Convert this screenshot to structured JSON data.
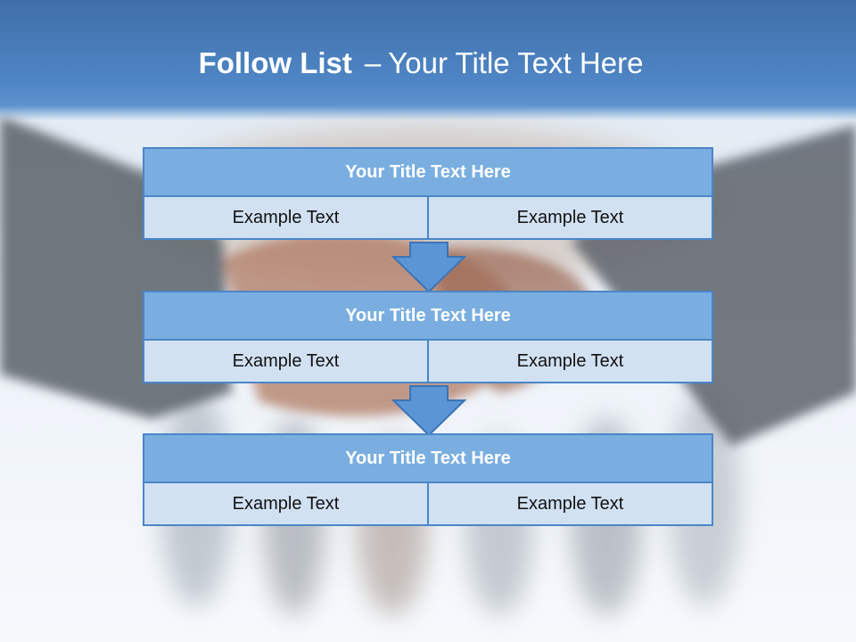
{
  "slide": {
    "title_bold": "Follow List",
    "title_separator": "–",
    "title_rest": "Your Title Text Here"
  },
  "blocks": [
    {
      "title": "Your Title Text Here",
      "left": "Example Text",
      "right": "Example Text"
    },
    {
      "title": "Your Title Text Here",
      "left": "Example Text",
      "right": "Example Text"
    },
    {
      "title": "Your Title Text Here",
      "left": "Example Text",
      "right": "Example Text"
    }
  ],
  "colors": {
    "header": "#4f86c6",
    "block_title_fill": "#7aaee0",
    "cell_fill": "#d1e1f2",
    "border": "#4a86c8"
  }
}
